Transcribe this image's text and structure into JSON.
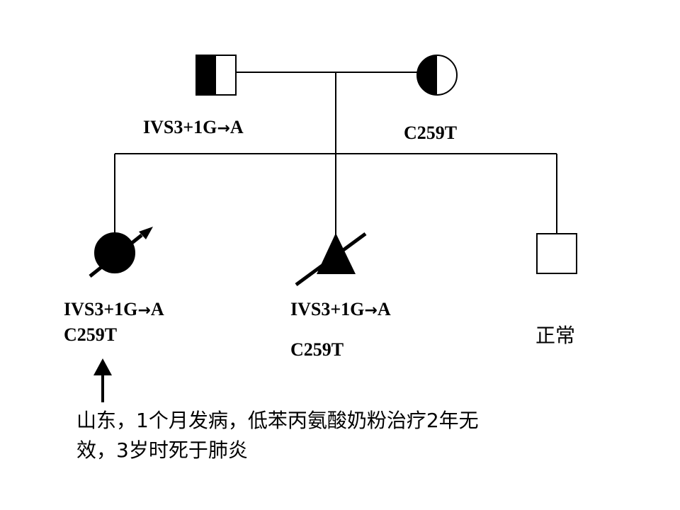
{
  "father": {
    "mutation": "IVS3+1G",
    "to": "A"
  },
  "mother": {
    "mutation": "C259T"
  },
  "child1": {
    "mutation1": "IVS3+1G",
    "to": "A",
    "mutation2": "C259T"
  },
  "child2": {
    "mutation1": "IVS3+1G",
    "to": "A",
    "mutation2": "C259T"
  },
  "child3": {
    "status": "正常"
  },
  "arrow_symbol": "→",
  "note": {
    "line1": "山东，1个月发病，低苯丙氨酸奶粉治疗2年无",
    "line2": "效，3岁时死于肺炎"
  }
}
